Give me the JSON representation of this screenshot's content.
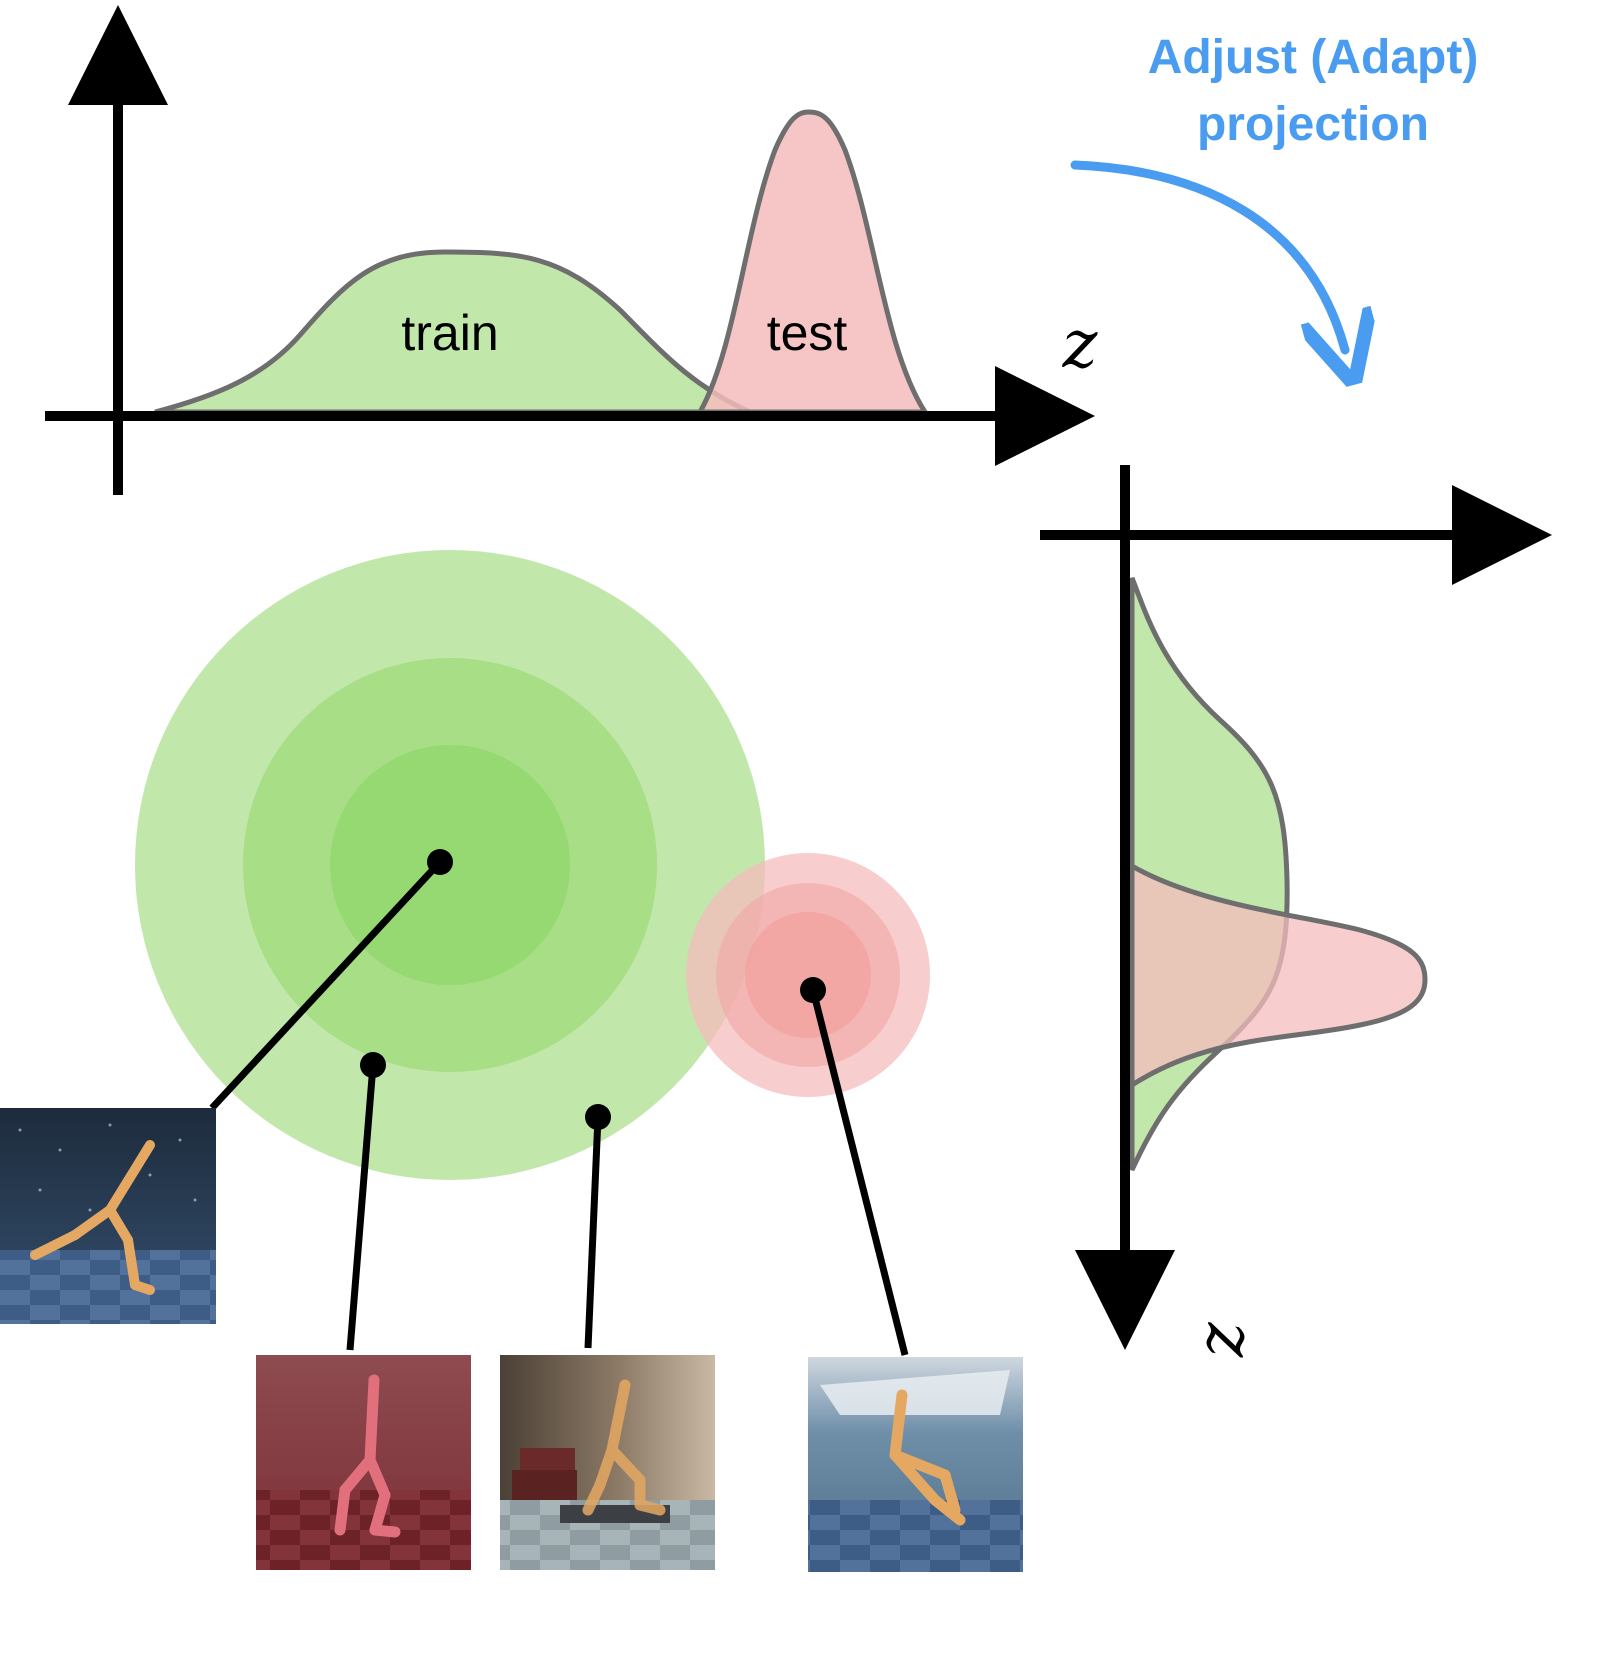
{
  "top_plot": {
    "axis_label": "z",
    "distributions": [
      {
        "label": "train",
        "color": "#b7e39c"
      },
      {
        "label": "test",
        "color": "#f4bcbc"
      }
    ]
  },
  "annotation": {
    "line1": "Adjust (Adapt)",
    "line2": "projection",
    "color": "#4a9cf0"
  },
  "side_plot": {
    "axis_label": "z"
  },
  "latent_space": {
    "train_color": "#8fd66a",
    "test_color": "#f19a95",
    "points": [
      {
        "cluster": "train",
        "scene": "dark starry background, blue checkered floor"
      },
      {
        "cluster": "train",
        "scene": "red tinted background and floor"
      },
      {
        "cluster": "train",
        "scene": "indoor room background, light floor"
      },
      {
        "cluster": "test",
        "scene": "ocean with boat background"
      }
    ]
  }
}
